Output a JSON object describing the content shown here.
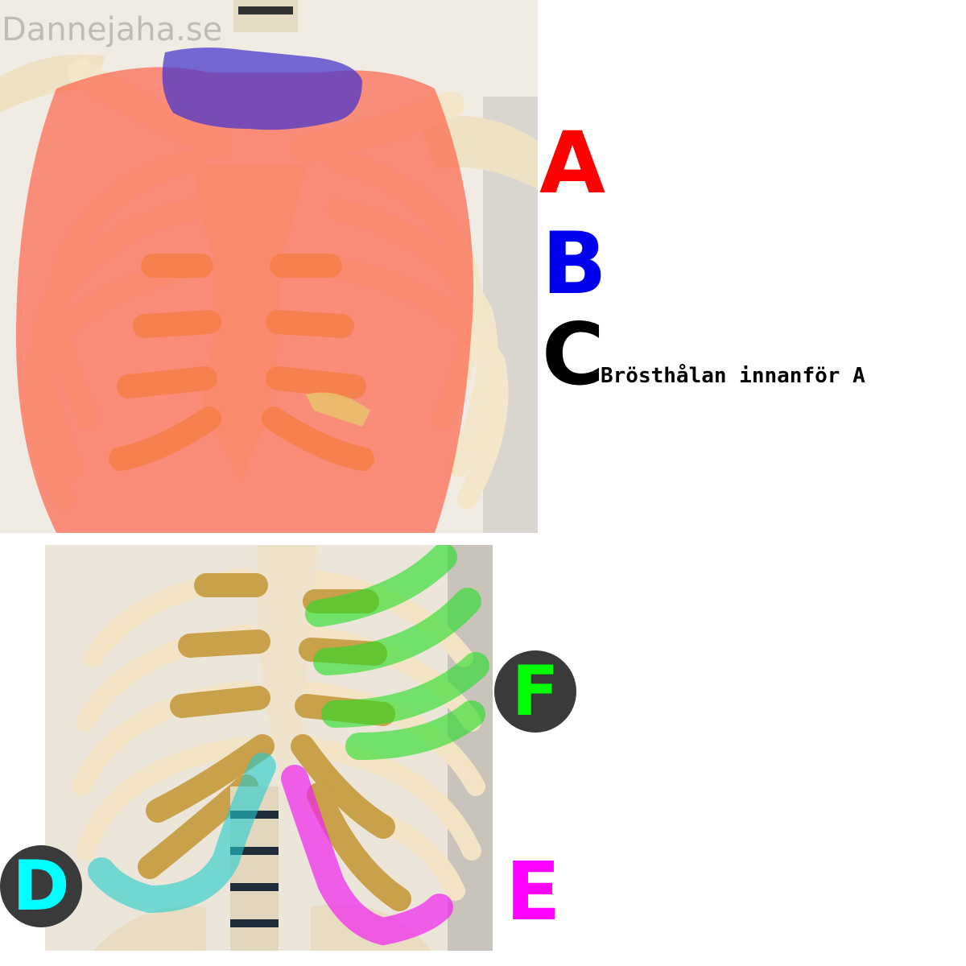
{
  "watermark": "Dannejaha.se",
  "labels": {
    "a": {
      "text": "A",
      "color": "#ff0000"
    },
    "b": {
      "text": "B",
      "color": "#0000ee"
    },
    "c": {
      "text": "C",
      "color": "#000000",
      "caption": "Brösthålan innanför A"
    },
    "d": {
      "text": "D",
      "color": "#00ffff"
    },
    "e": {
      "text": "E",
      "color": "#ff00ff"
    },
    "f": {
      "text": "F",
      "color": "#00ff00"
    }
  },
  "overlay_colors": {
    "a": "#ff6a55",
    "b": "#5533cc",
    "d": "#22cccc",
    "e": "#ee22ee",
    "f": "#33dd33"
  },
  "badge_background": "#3a3a3a"
}
